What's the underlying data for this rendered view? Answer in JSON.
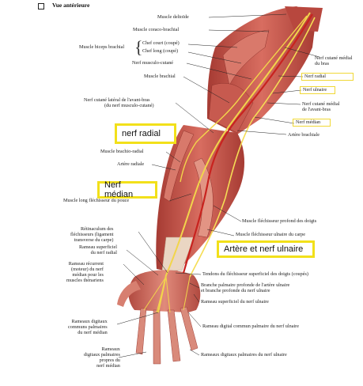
{
  "header": {
    "title": "Vue antérieure"
  },
  "labels_left": {
    "deltoid": "Muscle deltoïde",
    "coraco": "Muscle coraco-brachial",
    "biceps": "Muscle biceps brachial",
    "biceps_short": "Chef court (coupé)",
    "biceps_long": "Chef long (coupé)",
    "musculocutaneous": "Nerf musculo-cutané",
    "brachialis": "Muscle brachial",
    "lat_cut_1": "Nerf cutané latéral de l'avant-bras",
    "lat_cut_2": "(du nerf musculo-cutané)",
    "brachioradialis": "Muscle brachio-radial",
    "radial_artery": "Artère radiale",
    "flexor_pollicis": "Muscle long fléchisseur du pouce",
    "retinaculum": "Rétinaculum des\nfléchisseurs (ligament\ntransverse du carpe)",
    "superficial_radial": "Rameau superficiel\ndu nerf radial",
    "recurrent": "Rameau récurrent\n(moteur) du nerf\nmédian pour les\nmuscles thénariens",
    "common_digital": "Rameaux digitaux\ncommuns palmaires\ndu nerf médian",
    "proper_digital": "Rameaux\ndigitaux palmaires\npropres du\nnerf médian"
  },
  "labels_right": {
    "medial_cut_arm": "Nerf cutané médial\ndu bras",
    "radial_nerve": "Nerf radial",
    "ulnar_nerve": "Nerf ulnaire",
    "medial_cut_forearm": "Nerf cutané médial\nde l'avant-bras",
    "median_nerve": "Nerf médian",
    "brachial_artery": "Artère brachiale",
    "fdp": "Muscle fléchisseur profond des doigts",
    "fcu": "Muscle fléchisseur ulnaire du carpe",
    "fds_tendons": "Tendons du fléchisseur superficiel des doigts (coupés)",
    "deep_palmar": "Branche palmaire profonde de l'artère ulnaire\net branche profonde du nerf ulnaire",
    "superficial_ulnar": "Rameau superficiel du nerf ulnaire",
    "common_digital_ulnar": "Rameau digital commun palmaire du nerf ulnaire",
    "proper_digital_ulnar": "Rameaux digitaux palmaires du nerf ulnaire"
  },
  "callouts": {
    "nerf_radial": "nerf radial",
    "nerf_median": "Nerf médian",
    "artere_nerf_ulnaire": "Artère et nerf ulnaire"
  },
  "colors": {
    "muscle": "#c8554a",
    "muscle_dark": "#9e3a33",
    "tendon": "#e9d7c6",
    "nerve": "#f2d54b",
    "artery": "#c8231f",
    "callout_border": "#f2e01a"
  }
}
